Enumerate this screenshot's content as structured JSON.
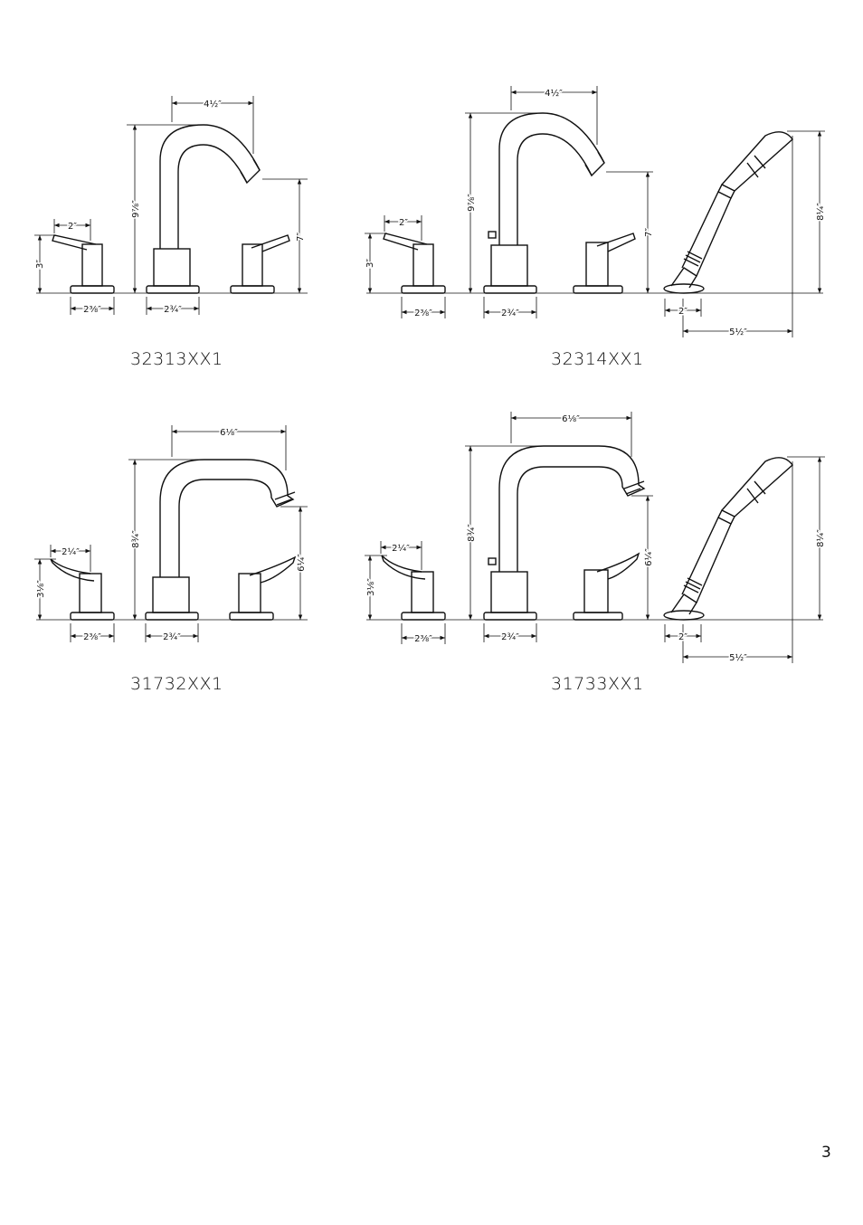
{
  "page_number": "3",
  "models": {
    "a": "32313XX1",
    "b": "32314XX1",
    "c": "31732XX1",
    "d": "31733XX1"
  },
  "dims": {
    "a": {
      "spout_reach": "4½″",
      "height": "9⅞″",
      "outlet": "7″",
      "handle_lever": "2″",
      "handle_h": "3″",
      "handle_base": "2⅜″",
      "spout_base": "2¾″"
    },
    "b": {
      "spout_reach": "4½″",
      "height": "9⅞″",
      "outlet": "7″",
      "handle_lever": "2″",
      "handle_h": "3″",
      "handle_base": "2⅜″",
      "spout_base": "2¾″",
      "shower_h": "8¼″",
      "shower_base": "2″",
      "shower_reach": "5½″"
    },
    "c": {
      "spout_reach": "6⅛″",
      "height": "8¾″",
      "outlet": "6¼″",
      "handle_lever": "2¼″",
      "handle_h": "3⅛″",
      "handle_base": "2⅜″",
      "spout_base": "2¾″"
    },
    "d": {
      "spout_reach": "6⅛″",
      "height": "8¾″",
      "outlet": "6¼″",
      "handle_lever": "2¼″",
      "handle_h": "3⅛″",
      "handle_base": "2⅜″",
      "spout_base": "2¾″",
      "shower_h": "8¼″",
      "shower_base": "2″",
      "shower_reach": "5½″"
    }
  }
}
